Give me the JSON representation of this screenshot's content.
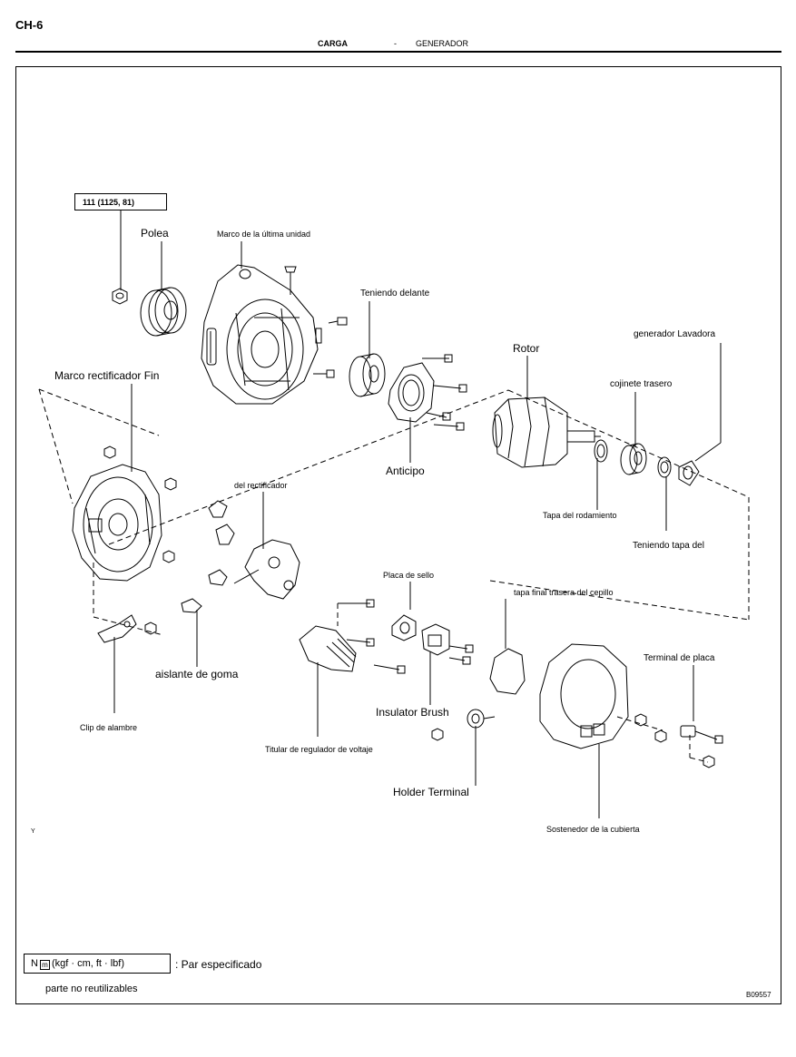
{
  "header": {
    "page_id": "CH-6",
    "section": "CARGA",
    "separator": "-",
    "subsection": "GENERADOR"
  },
  "torque_spec": "111 (1125, 81)",
  "labels": {
    "polea": "Polea",
    "marco_ultima_unidad": "Marco de la última unidad",
    "teniendo_delante": "Teniendo delante",
    "rotor": "Rotor",
    "generador_lavadora": "generador Lavadora",
    "cojinete_trasero": "cojinete trasero",
    "marco_rectificador_fin": "Marco rectificador Fin",
    "anticipo": "Anticipo",
    "del_rectificador": "del rectificador",
    "tapa_rodamiento": "Tapa del rodamiento",
    "teniendo_tapa": "Teniendo tapa del",
    "placa_sello": "Placa de sello",
    "tapa_final_cepillo": "tapa final trasera del cepillo",
    "aislante_goma": "aislante de goma",
    "terminal_placa": "Terminal de placa",
    "insulator_brush": "Insulator Brush",
    "clip_alambre": "Clip de alambre",
    "titular_regulador": "Titular de regulador de voltaje",
    "holder_terminal": "Holder Terminal",
    "sostenedor_cubierta": "Sostenedor de la cubierta"
  },
  "corner_mark": "Y",
  "legend": {
    "unit_n": "N",
    "torque_symbol": "m",
    "units": "(kgf · cm, ft · lbf)",
    "description": ": Par especificado",
    "non_reusable": "parte no reutilizables"
  },
  "figure_code": "B09557"
}
